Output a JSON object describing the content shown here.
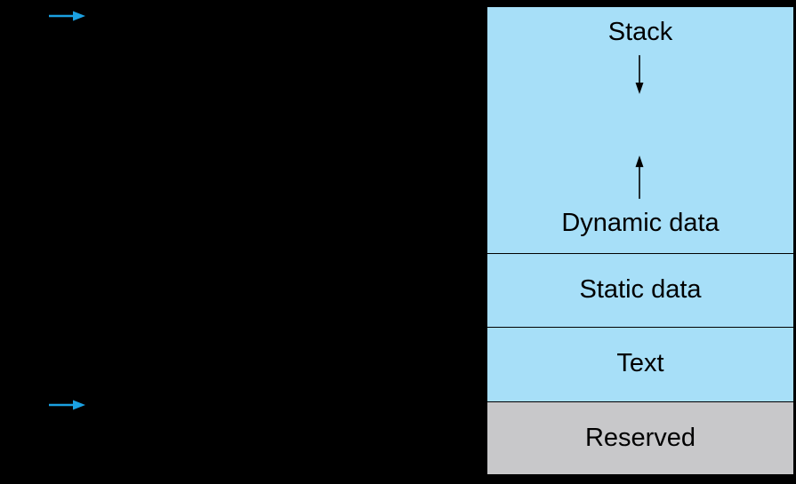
{
  "colors": {
    "background": "#000000",
    "segment_fill": "#a7dff8",
    "reserved_fill": "#c8c8ca",
    "border": "#000000",
    "pointer_arrow": "#1ba1e2",
    "text": "#000000"
  },
  "pointers": [
    {
      "icon": "arrow-right-icon",
      "color": "#1ba1e2"
    },
    {
      "icon": "arrow-right-icon",
      "color": "#1ba1e2"
    }
  ],
  "memory": {
    "stack_label": "Stack",
    "dynamic_label": "Dynamic data",
    "static_label": "Static data",
    "text_label": "Text",
    "reserved_label": "Reserved"
  }
}
